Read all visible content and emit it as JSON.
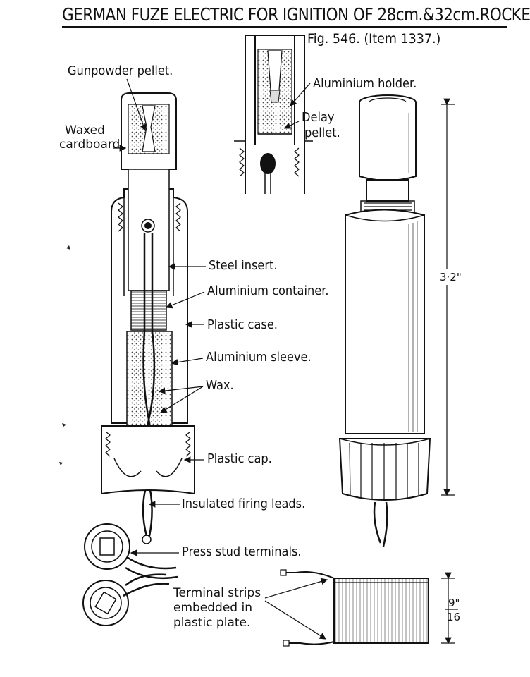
{
  "title": "GERMAN FUZE ELECTRIC FOR IGNITION OF 28cm.&32cm.ROCKE",
  "figure": "Fig. 546. (Item 1337.)",
  "labels": {
    "gunpowder_pellet": "Gunpowder pellet.",
    "waxed_line1": "Waxed",
    "waxed_line2": "cardboard.",
    "aluminium_holder": "Aluminium holder.",
    "delay_line1": "Delay",
    "delay_line2": "pellet.",
    "steel_insert": "Steel insert.",
    "aluminium_container": "Aluminium container.",
    "plastic_case": "Plastic case.",
    "aluminium_sleeve": "Aluminium sleeve.",
    "wax": "Wax.",
    "plastic_cap": "Plastic cap.",
    "insulated_leads": "Insulated firing leads.",
    "press_stud": "Press stud terminals.",
    "terminal_line1": "Terminal strips",
    "terminal_line2": "embedded in",
    "terminal_line3": "plastic plate."
  },
  "dimensions": {
    "length": "3·2\"",
    "plate_numerator": "9\"",
    "plate_denominator": "16"
  },
  "colors": {
    "ink": "#111111",
    "paper": "#ffffff",
    "stipple": "#bdbdbd"
  }
}
